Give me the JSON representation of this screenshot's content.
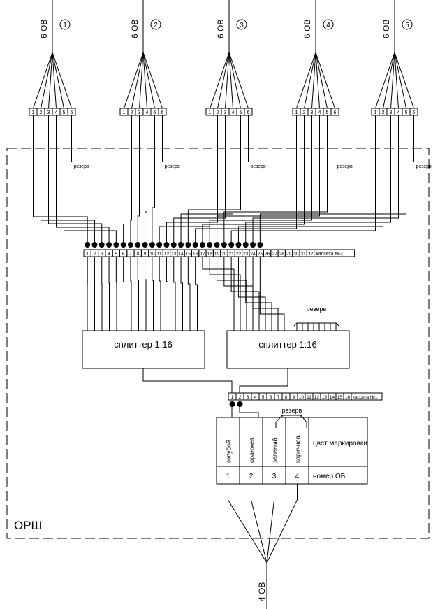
{
  "cables_in": [
    {
      "label": "6 ОВ",
      "number": "1"
    },
    {
      "label": "6 ОВ",
      "number": "2"
    },
    {
      "label": "6 ОВ",
      "number": "3"
    },
    {
      "label": "6 ОВ",
      "number": "4"
    },
    {
      "label": "6 ОВ",
      "number": "5"
    }
  ],
  "fiber_numbers": [
    "1",
    "2",
    "3",
    "4",
    "5",
    "6"
  ],
  "reserve_label": "резерв",
  "cassette2": {
    "label": "кассета №2",
    "cells": 32,
    "connected": 25
  },
  "splitters": [
    {
      "label": "сплиттер 1:16"
    },
    {
      "label": "сплиттер 1:16"
    }
  ],
  "splitter_reserve": "резерв",
  "cassette1": {
    "label": "кассета №1",
    "cells": 16,
    "connected": 2
  },
  "table": {
    "reserve": "резерв",
    "colors": [
      "голубой",
      "оранжев.",
      "зеленый",
      "коричнев."
    ],
    "color_header": "цвет маркировки",
    "numbers": [
      "1",
      "2",
      "3",
      "4"
    ],
    "number_header": "номер ОВ"
  },
  "cabinet_label": "ОРШ",
  "cable_out": {
    "label": "4 ОВ"
  }
}
